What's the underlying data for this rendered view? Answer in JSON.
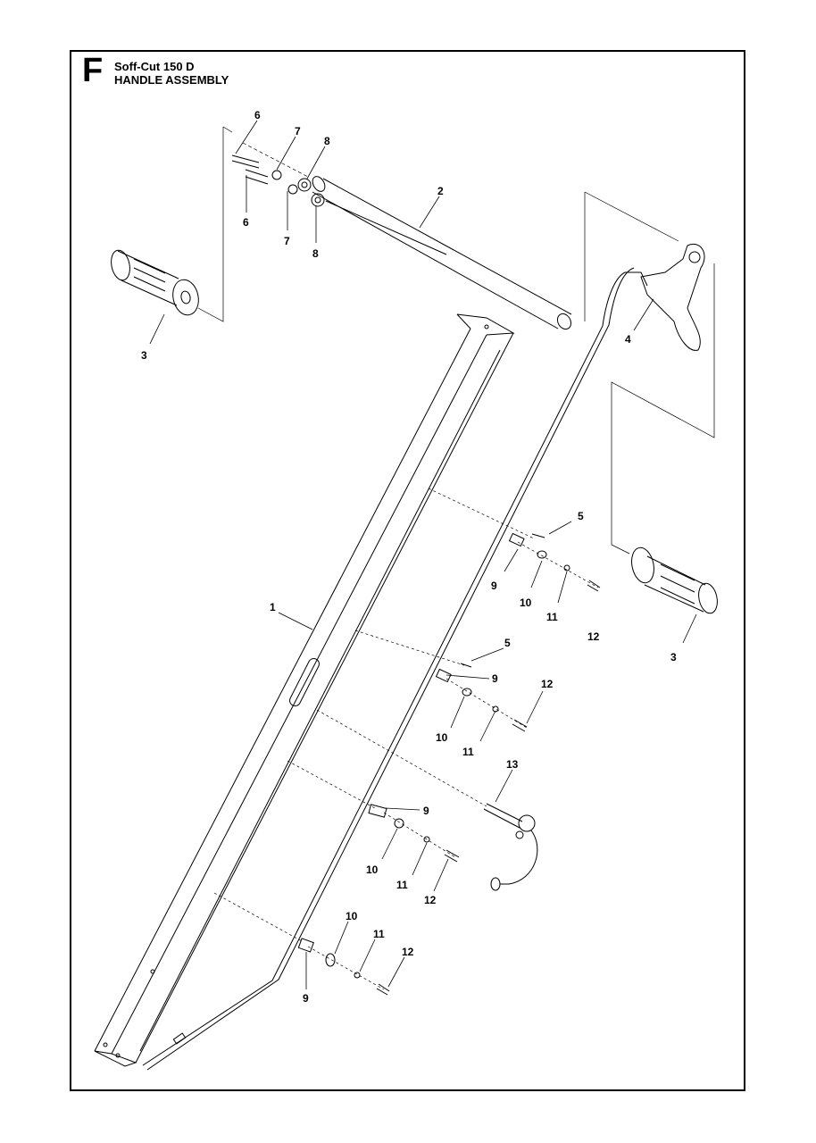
{
  "header": {
    "section_letter": "F",
    "model": "Soff-Cut 150 D",
    "assembly": "HANDLE ASSEMBLY"
  },
  "callouts": [
    {
      "id": "c6a",
      "label": "6"
    },
    {
      "id": "c7a",
      "label": "7"
    },
    {
      "id": "c8a",
      "label": "8"
    },
    {
      "id": "c6b",
      "label": "6"
    },
    {
      "id": "c7b",
      "label": "7"
    },
    {
      "id": "c8b",
      "label": "8"
    },
    {
      "id": "c2",
      "label": "2"
    },
    {
      "id": "c3a",
      "label": "3"
    },
    {
      "id": "c4",
      "label": "4"
    },
    {
      "id": "c5a",
      "label": "5"
    },
    {
      "id": "c9a",
      "label": "9"
    },
    {
      "id": "c10a",
      "label": "10"
    },
    {
      "id": "c11a",
      "label": "11"
    },
    {
      "id": "c12a",
      "label": "12"
    },
    {
      "id": "c3b",
      "label": "3"
    },
    {
      "id": "c1",
      "label": "1"
    },
    {
      "id": "c5b",
      "label": "5"
    },
    {
      "id": "c9b",
      "label": "9"
    },
    {
      "id": "c12b",
      "label": "12"
    },
    {
      "id": "c10b",
      "label": "10"
    },
    {
      "id": "c11b",
      "label": "11"
    },
    {
      "id": "c13",
      "label": "13"
    },
    {
      "id": "c9c",
      "label": "9"
    },
    {
      "id": "c10c",
      "label": "10"
    },
    {
      "id": "c11c",
      "label": "11"
    },
    {
      "id": "c12c",
      "label": "12"
    },
    {
      "id": "c10d",
      "label": "10"
    },
    {
      "id": "c11d",
      "label": "11"
    },
    {
      "id": "c12d",
      "label": "12"
    },
    {
      "id": "c9d",
      "label": "9"
    }
  ]
}
